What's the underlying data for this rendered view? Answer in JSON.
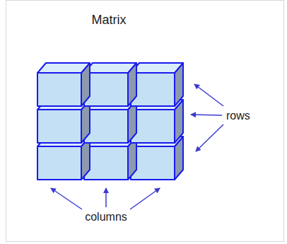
{
  "diagram": {
    "title": "Matrix",
    "labels": [
      "rows",
      "columns"
    ]
  }
}
